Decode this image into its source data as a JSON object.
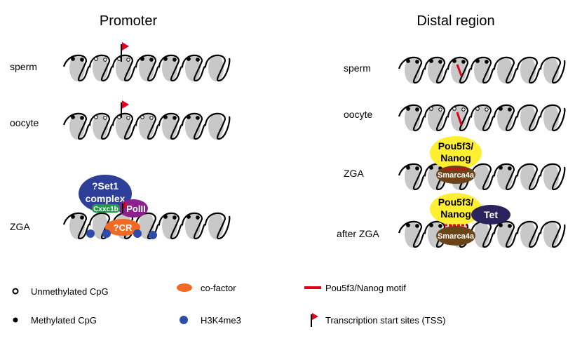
{
  "panels": {
    "promoter": {
      "title": "Promoter",
      "stages": {
        "sperm": "sperm",
        "oocyte": "oocyte",
        "zga": "ZGA"
      },
      "complexes": {
        "set1_line1": "?Set1",
        "set1_line2": "complex",
        "cxxc1b": "Cxxc1b",
        "polii": "PolII",
        "cr": "?CR"
      }
    },
    "distal": {
      "title": "Distal region",
      "stages": {
        "sperm": "sperm",
        "oocyte": "oocyte",
        "zga": "ZGA",
        "after_zga": "after ZGA"
      },
      "complexes": {
        "pou_line1": "Pou5f3/",
        "pou_line2": "Nanog",
        "smarca4a": "Smarca4a",
        "tet": "Tet"
      }
    }
  },
  "legend": {
    "unmethylated": "Unmethylated CpG",
    "methylated": "Methylated CpG",
    "cofactor": "co-factor",
    "h3k4me3": "H3K4me3",
    "motif": "Pou5f3/Nanog motif",
    "tss": "Transcription start sites (TSS)"
  },
  "colors": {
    "nucleosome": "#c8c8c8",
    "dna": "#000000",
    "tss_flag": "#e3001b",
    "motif": "#e3001b",
    "set1": "#2e3f9a",
    "cxxc1b": "#1e9a45",
    "polii": "#8e1f8e",
    "cofactor": "#f06a24",
    "h3k4me3": "#2f4da8",
    "pou_nanog": "#ffef33",
    "smarca4a": "#6b4318",
    "tet": "#2b235e"
  }
}
